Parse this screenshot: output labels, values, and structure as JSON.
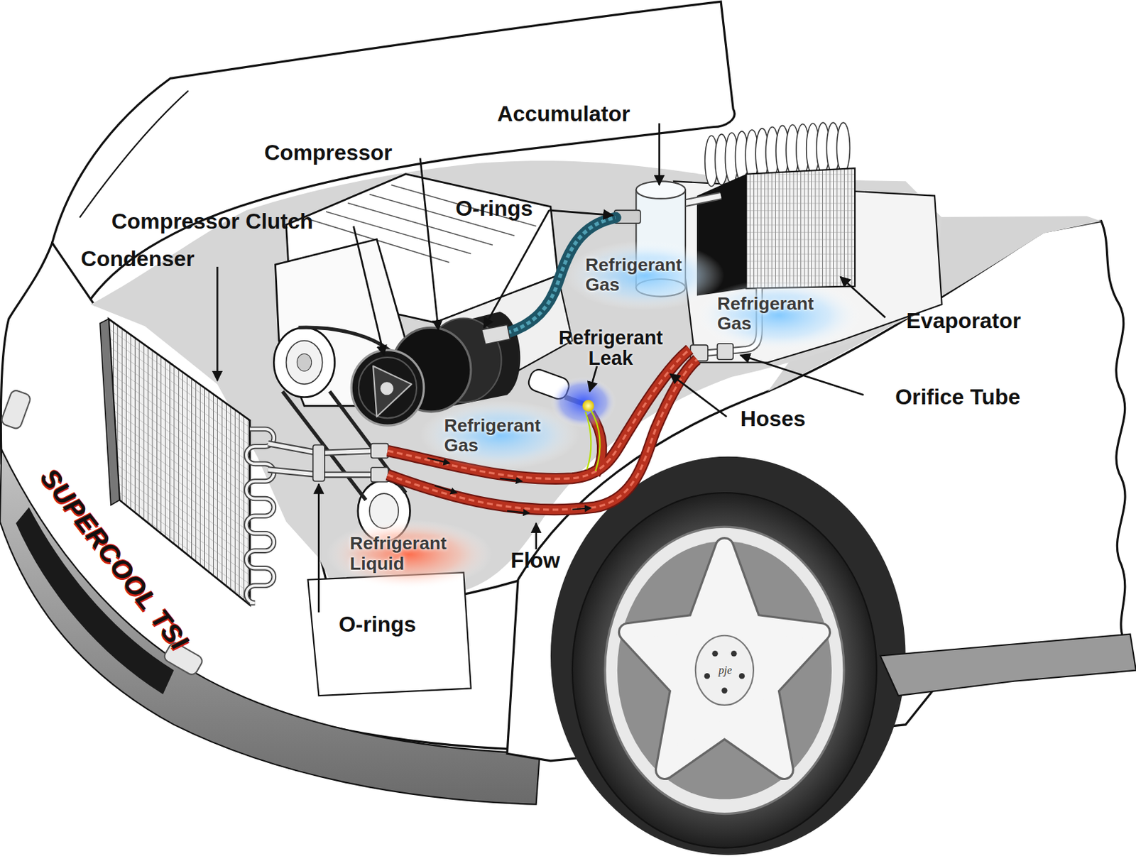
{
  "diagram": {
    "labels": [
      "Accumulator",
      "Compressor",
      "O-rings",
      "Compressor Clutch",
      "Condenser",
      "Refrigerant Gas",
      "Refrigerant Gas",
      "Evaporator",
      "Refrigerant Leak",
      "Orifice Tube",
      "Hoses",
      "Refrigerant Gas",
      "Refrigerant Liquid",
      "Flow",
      "O-rings",
      "SUPERCOOL TSI",
      "pje"
    ]
  }
}
